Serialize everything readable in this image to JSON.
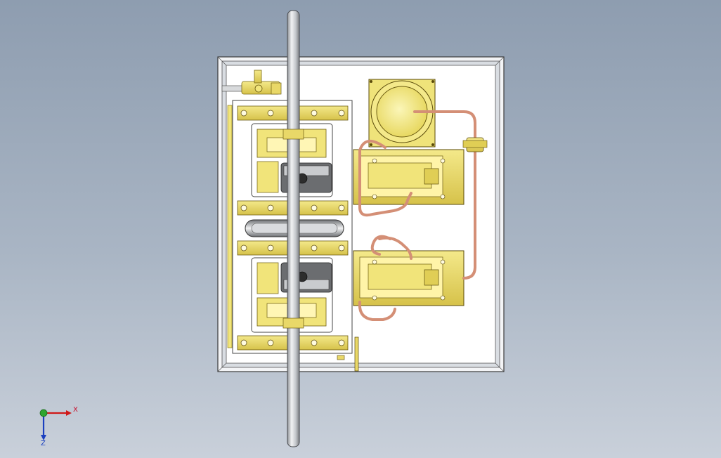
{
  "viewport": {
    "view": "top",
    "render_style": "shaded-with-edges"
  },
  "model": {
    "parts": [
      "enclosure-frame",
      "vertical-shaft",
      "flywheel",
      "upper-engine-unit",
      "lower-engine-unit",
      "boiler-burner",
      "upper-pump-block",
      "lower-pump-block",
      "copper-piping",
      "inline-valve",
      "fitting-valve"
    ],
    "colors": {
      "brass": "#e8d85a",
      "brass_dark": "#b59a1f",
      "copper": "#d8927a",
      "steel": "#c9ccd0",
      "panel": "#ffffff",
      "frame": "#e9ebee",
      "rubber": "#3c3c3c"
    }
  },
  "triad": {
    "x_label": "X",
    "z_label": "Z",
    "x_color": "#d01818",
    "z_color": "#1a3fbf",
    "y_color": "#2fa52f"
  }
}
